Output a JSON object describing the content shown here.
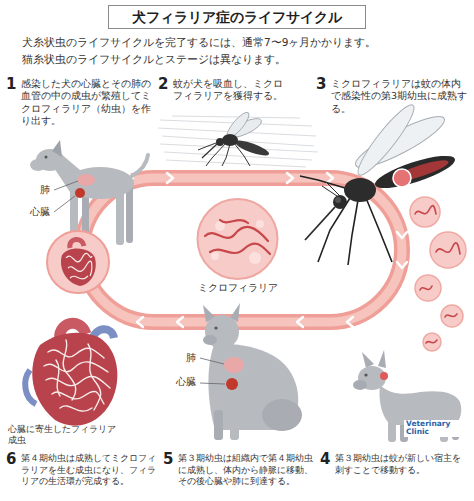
{
  "diagram": {
    "title": "犬フィラリア症のライフサイクル",
    "nodes": [
      {
        "text": [
          "1",
          "感染した犬の心臓とその肺の血管の中の成虫が繁殖してミクロフィラリア（幼虫）を作り出す。"
        ]
      },
      {
        "text": [
          "2",
          "蚊が犬を吸血し、ミクロフィラリアを獲得する。"
        ]
      },
      {
        "text": [
          "3",
          "ミクロフィラリアは蚊の体内で感染性の第3期幼虫に成熟する。"
        ]
      },
      {
        "text": [
          "ミクロフィラリア"
        ]
      },
      {
        "text": [
          "6",
          "第４期幼虫は成熟してミクロフィラリアを生む成虫になり、フィラリアの生活環が完成する。"
        ]
      },
      {
        "text": [
          "5",
          "第３期幼虫は組織内で第４期幼虫に成熟し、体内から静脈に移動、その後心臓や肺に到達する。"
        ]
      },
      {
        "text": [
          "4",
          "第３期幼虫は蚊が新しい宿主を刺すことで移動する。"
        ]
      }
    ],
    "labels": [
      "犬糸状虫のライフサイクルを完了するには、通常7〜9ヶ月かかります。",
      "猫糸状虫のライフサイクルとステージは異なります。",
      "肺",
      "心臓",
      "心臓に寄生したフィラリア成虫",
      "肺",
      "心臓",
      "Veterinary Clinic"
    ]
  }
}
